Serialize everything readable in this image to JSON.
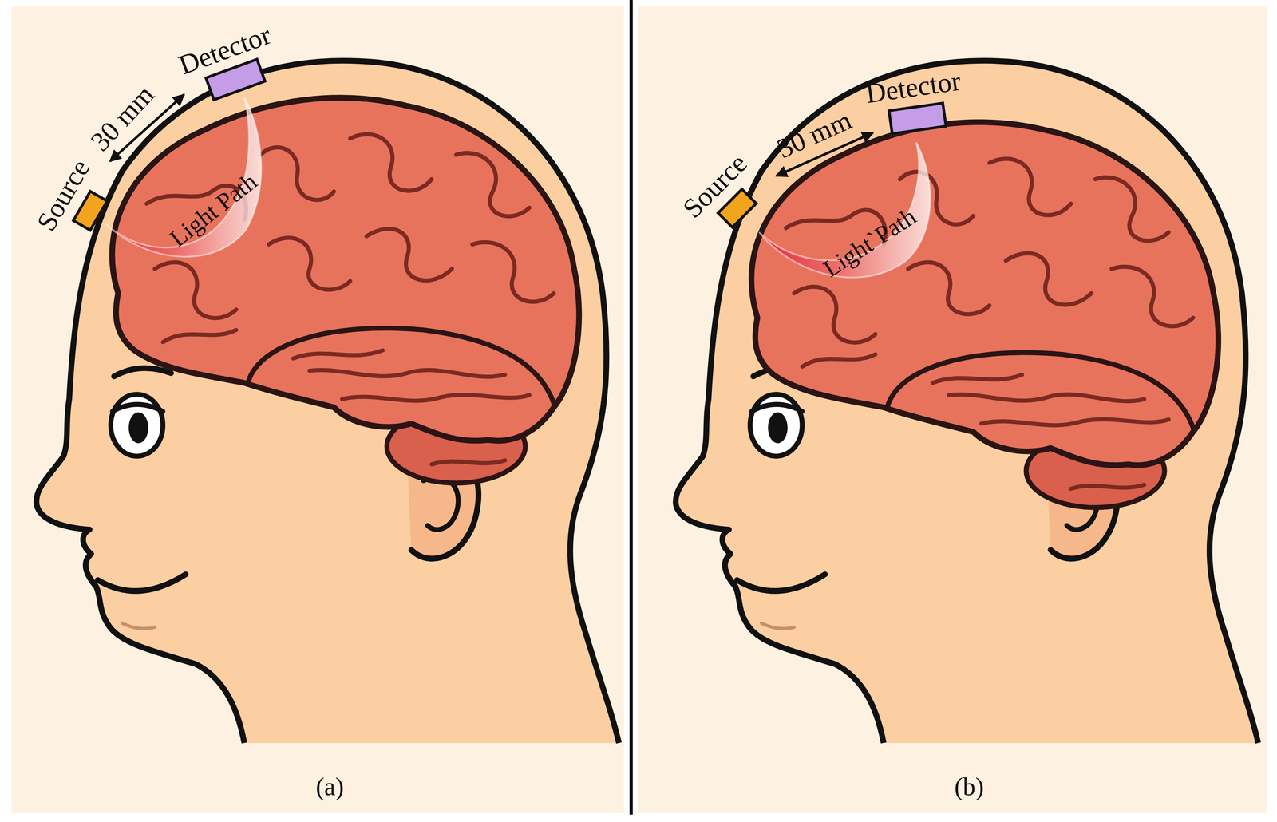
{
  "diagram": {
    "nodes": [
      {
        "text": [
          "Source"
        ]
      },
      {
        "text": [
          "Detector"
        ]
      },
      {
        "text": [
          "Source"
        ]
      },
      {
        "text": [
          "Detector"
        ]
      }
    ],
    "labels": [
      "30 mm",
      "Light Path",
      "(a)",
      "30 mm",
      "Light`Path",
      "(b)"
    ]
  }
}
